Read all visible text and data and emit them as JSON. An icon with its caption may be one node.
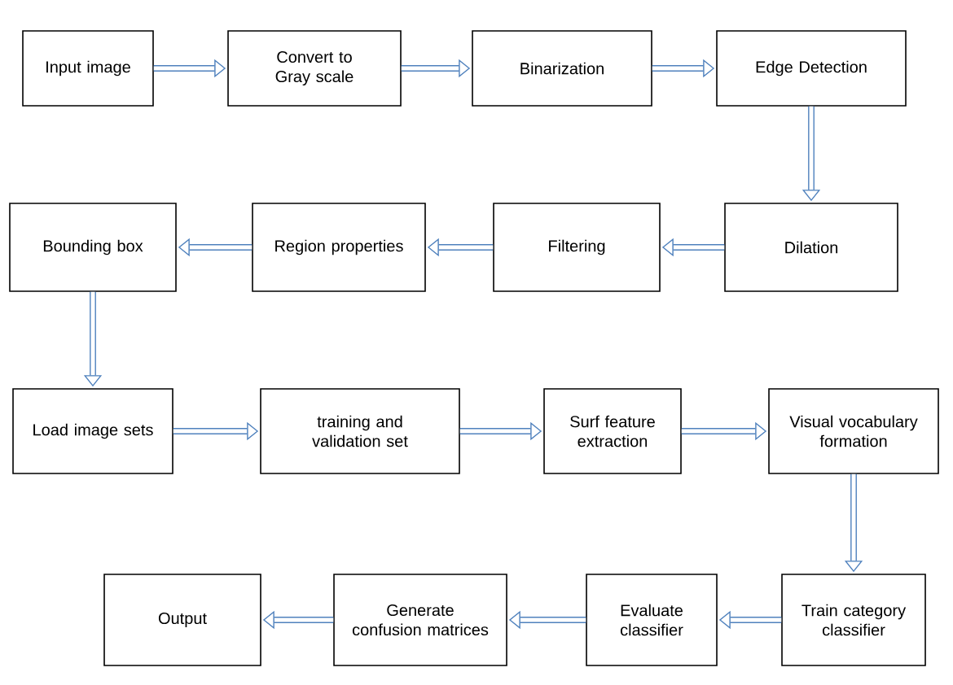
{
  "diagram": {
    "nodes": [
      {
        "text": [
          "Input image"
        ]
      },
      {
        "text": [
          "Convert to Gray scale"
        ]
      },
      {
        "text": [
          "Binarization"
        ]
      },
      {
        "text": [
          "Edge Detection"
        ]
      },
      {
        "text": [
          "Bounding box"
        ]
      },
      {
        "text": [
          "Region properties"
        ]
      },
      {
        "text": [
          "Filtering"
        ]
      },
      {
        "text": [
          "Dilation"
        ]
      },
      {
        "text": [
          "Load image sets"
        ]
      },
      {
        "text": [
          "training  and validation set"
        ]
      },
      {
        "text": [
          "Surf feature extraction"
        ]
      },
      {
        "text": [
          "Visual vocabulary formation"
        ]
      },
      {
        "text": [
          "Output"
        ]
      },
      {
        "text": [
          "Generate confusion matrices"
        ]
      },
      {
        "text": [
          "Evaluate classifier"
        ]
      },
      {
        "text": [
          "Train category classifier"
        ]
      }
    ],
    "edges": [
      {
        "from": 0,
        "to": 1,
        "arrow": "to"
      },
      {
        "from": 1,
        "to": 2,
        "arrow": "to"
      },
      {
        "from": 2,
        "to": 3,
        "arrow": "to"
      },
      {
        "from": 3,
        "to": 7,
        "arrow": "to"
      },
      {
        "from": 7,
        "to": 6,
        "arrow": "to"
      },
      {
        "from": 6,
        "to": 5,
        "arrow": "to"
      },
      {
        "from": 5,
        "to": 4,
        "arrow": "to"
      },
      {
        "from": 4,
        "to": 8,
        "arrow": "to"
      },
      {
        "from": 8,
        "to": 9,
        "arrow": "to"
      },
      {
        "from": 9,
        "to": 10,
        "arrow": "to"
      },
      {
        "from": 10,
        "to": 11,
        "arrow": "to"
      },
      {
        "from": 11,
        "to": 15,
        "arrow": "to"
      },
      {
        "from": 15,
        "to": 14,
        "arrow": "to"
      },
      {
        "from": 14,
        "to": 13,
        "arrow": "to"
      },
      {
        "from": 13,
        "to": 12,
        "arrow": "to"
      }
    ]
  }
}
